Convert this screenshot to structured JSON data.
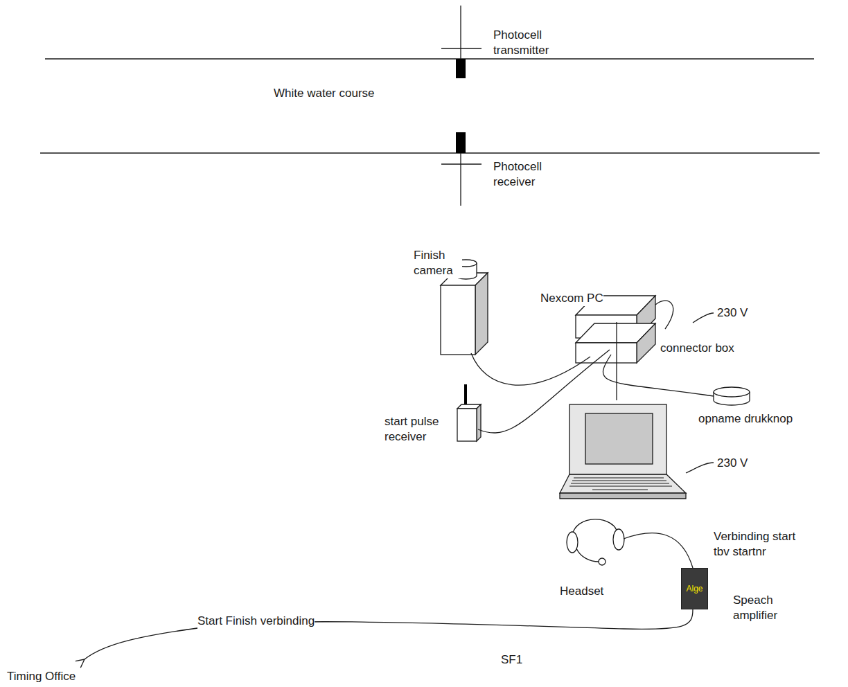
{
  "diagram": {
    "nodes": [
      {
        "text": [
          "Alge"
        ]
      }
    ],
    "labels": [
      "Photocell transmitter",
      "White water course",
      "Photocell receiver",
      "Finish camera",
      "Nexcom PC",
      "230 V",
      "connector box",
      "start pulse receiver",
      "opname drukknop",
      "230 V",
      "Headset",
      "Verbinding start tbv startnr",
      "Speach amplifier",
      "Start Finish verbinding",
      "SF1",
      "Timing Office"
    ]
  }
}
